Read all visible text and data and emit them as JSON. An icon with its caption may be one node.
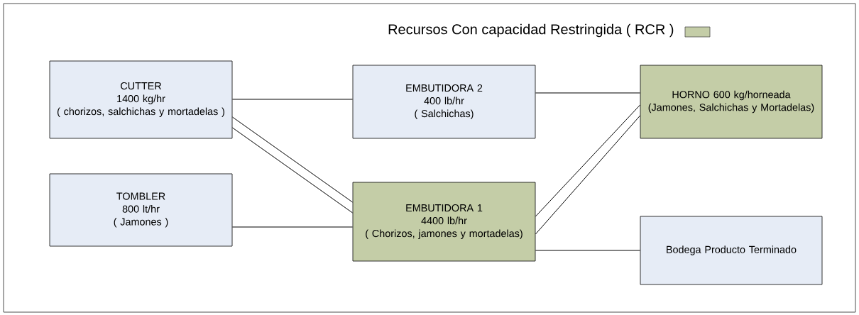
{
  "diagram": {
    "nodes": [
      {
        "text": [
          "CUTTER",
          "1400 kg/hr",
          "( chorizos, salchichas y mortadelas )"
        ]
      },
      {
        "text": [
          "EMBUTIDORA 2",
          "400 lb/hr",
          "( Salchichas)"
        ]
      },
      {
        "text": [
          "HORNO 600 kg/horneada",
          "(Jamones, Salchichas y Mortadelas)"
        ]
      },
      {
        "text": [
          "TOMBLER",
          "800 lt/hr",
          "( Jamones )"
        ]
      },
      {
        "text": [
          "EMBUTIDORA 1",
          "4400 lb/hr",
          "( Chorizos, jamones y mortadelas)"
        ]
      },
      {
        "text": [
          "Bodega Producto Terminado"
        ]
      }
    ],
    "edges": [
      {
        "from": 0,
        "to": 1,
        "arrow": "none"
      },
      {
        "from": 1,
        "to": 2,
        "arrow": "none"
      },
      {
        "from": 0,
        "to": 4,
        "arrow": "none"
      },
      {
        "from": 0,
        "to": 4,
        "arrow": "none"
      },
      {
        "from": 3,
        "to": 4,
        "arrow": "none"
      },
      {
        "from": 4,
        "to": 2,
        "arrow": "none"
      },
      {
        "from": 4,
        "to": 2,
        "arrow": "none"
      },
      {
        "from": 4,
        "to": 5,
        "arrow": "none"
      }
    ],
    "legend": [
      {
        "text": "Recursos Con capacidad Restringida ( RCR )",
        "color": "#c4cda7"
      }
    ]
  }
}
